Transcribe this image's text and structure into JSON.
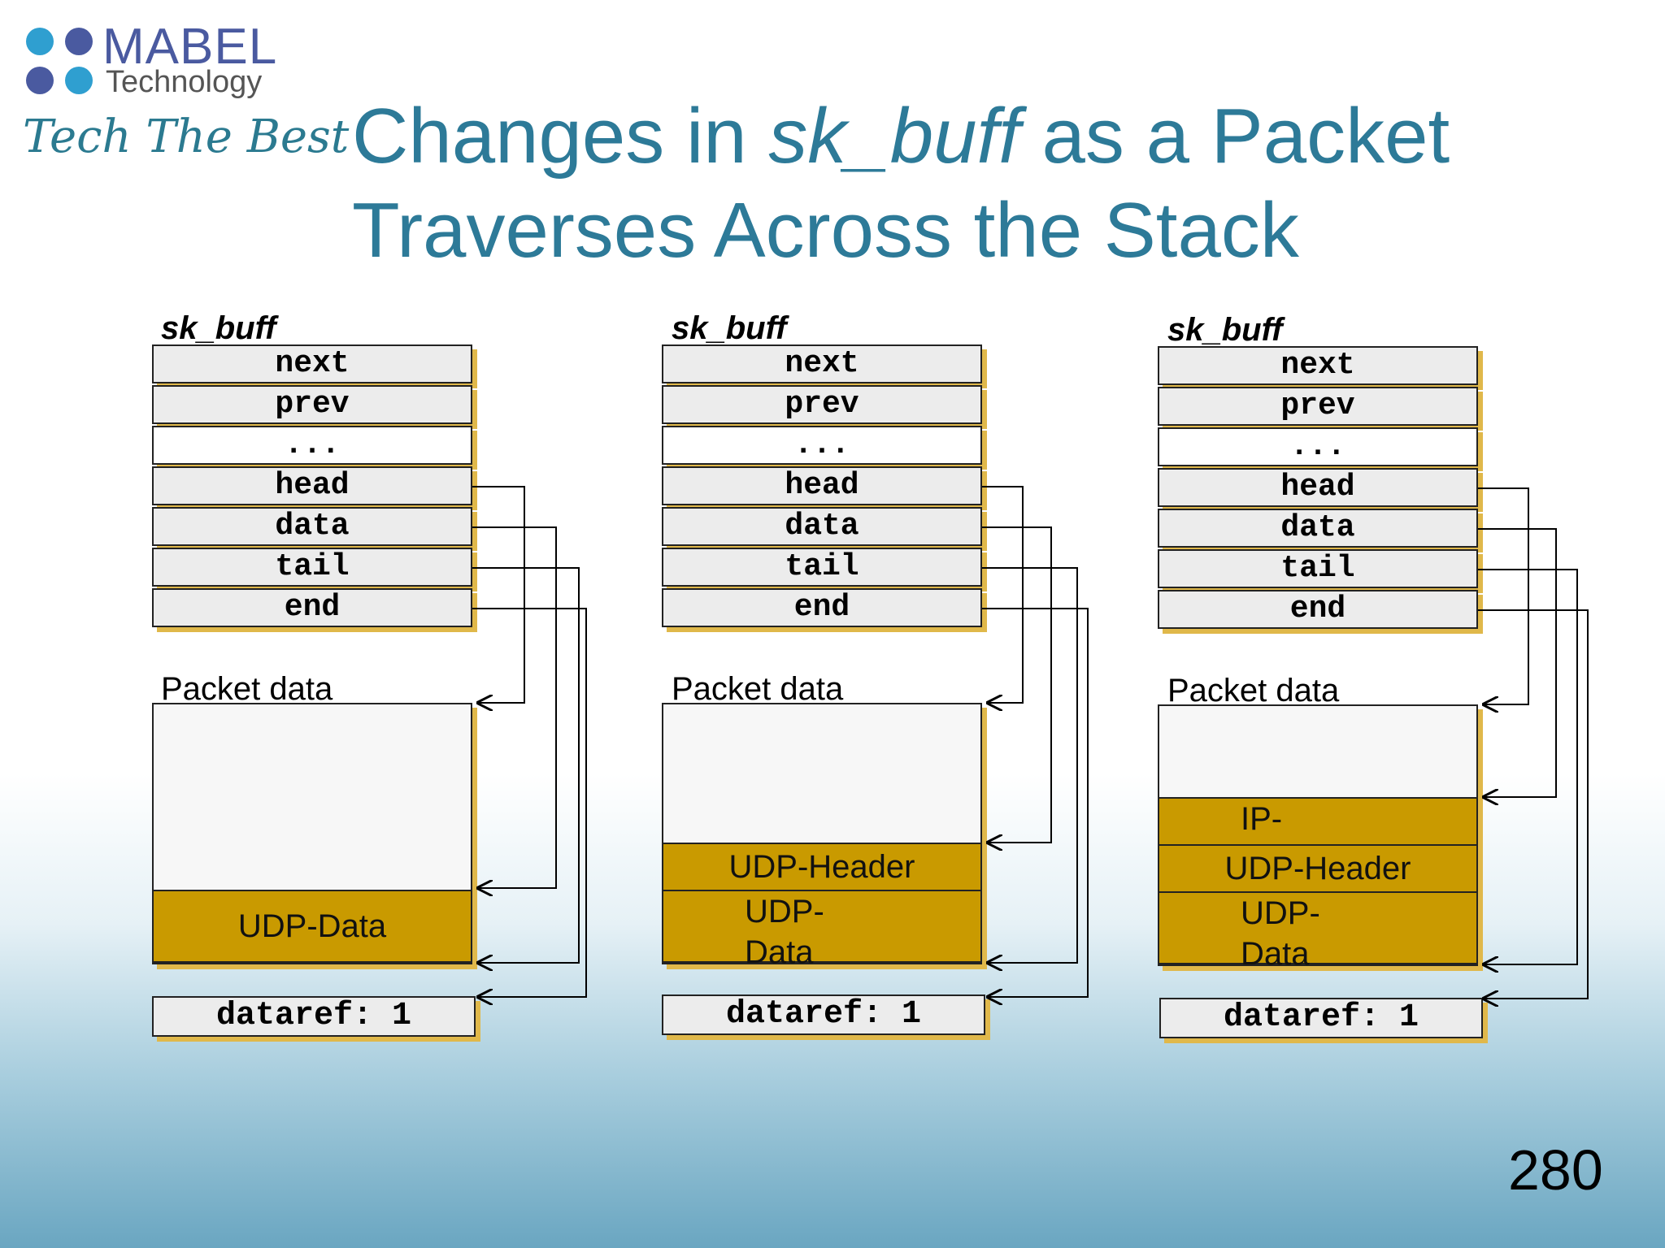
{
  "logo": {
    "brand": "MABEL",
    "subtitle": "Technology",
    "tagline": "Tech The Best",
    "dot_colors": [
      "#2f9fd0",
      "#4a5aa0",
      "#4a5aa0",
      "#2f9fd0"
    ]
  },
  "title": {
    "line1_pre": "Changes in ",
    "line1_italic": "sk_buff",
    "line1_post": " as a Packet",
    "line2": "Traverses Across the Stack"
  },
  "colors": {
    "title": "#2d7a98",
    "segment_fill": "#c99a00",
    "shadow": "#e0b84a"
  },
  "diagrams": [
    {
      "struct_label": "sk_buff",
      "fields": [
        "next",
        "prev",
        "...",
        "head",
        "data",
        "tail",
        "end"
      ],
      "packet_label": "Packet data",
      "segments": [
        "UDP-Data"
      ],
      "dataref": "dataref: 1"
    },
    {
      "struct_label": "sk_buff",
      "fields": [
        "next",
        "prev",
        "...",
        "head",
        "data",
        "tail",
        "end"
      ],
      "packet_label": "Packet data",
      "segments": [
        "UDP-Header",
        "UDP-\nData"
      ],
      "dataref": "dataref: 1"
    },
    {
      "struct_label": "sk_buff",
      "fields": [
        "next",
        "prev",
        "...",
        "head",
        "data",
        "tail",
        "end"
      ],
      "packet_label": "Packet data",
      "segments": [
        "IP-\nHeader",
        "UDP-Header",
        "UDP-\nData"
      ],
      "dataref": "dataref: 1"
    }
  ],
  "page_number": "280"
}
